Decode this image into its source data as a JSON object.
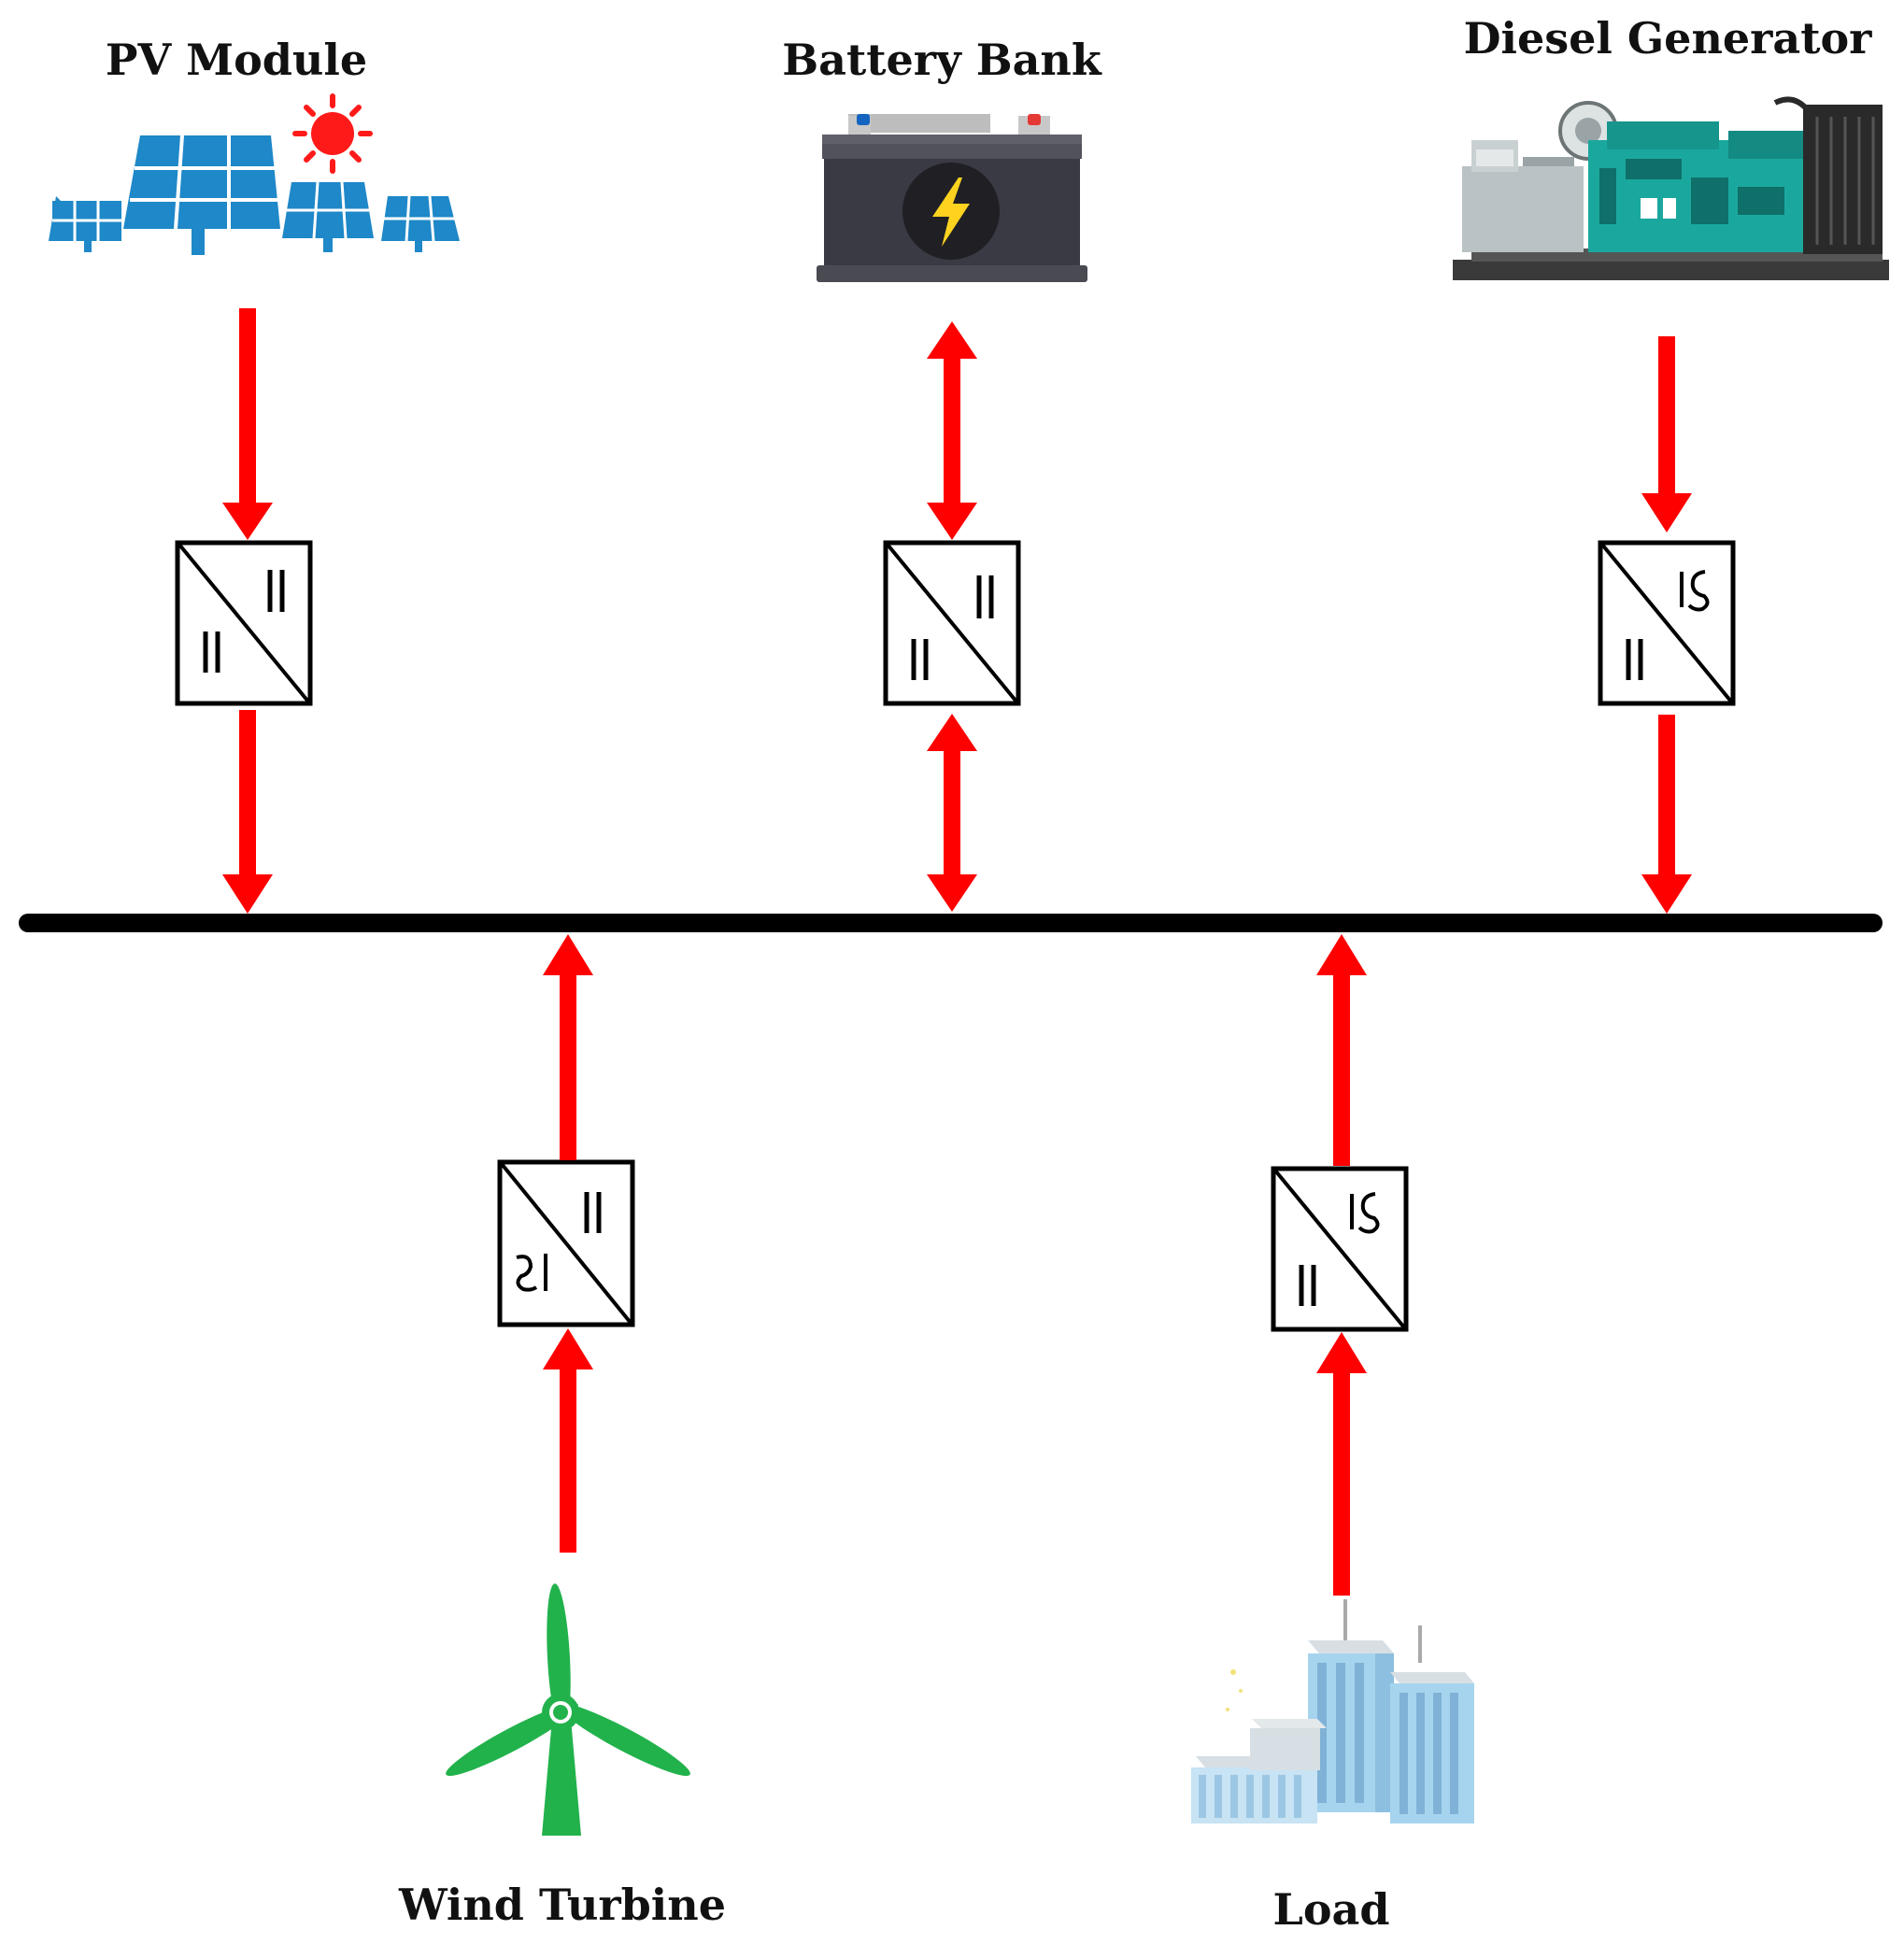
{
  "components": {
    "pv": {
      "label": "PV Module",
      "icon": "solar-panels-icon"
    },
    "battery": {
      "label": "Battery Bank",
      "icon": "battery-icon"
    },
    "diesel": {
      "label": "Diesel Generator",
      "icon": "diesel-generator-icon"
    },
    "wind": {
      "label": "Wind Turbine",
      "icon": "wind-turbine-icon"
    },
    "load": {
      "label": "Load",
      "icon": "buildings-icon"
    }
  },
  "colors": {
    "arrow": "#ff0000",
    "bus": "#000000",
    "solar_blue": "#1e88c8",
    "turbine_green": "#22b24c",
    "generator_teal": "#1aa89e",
    "battery_body": "#3a3a44",
    "building_blue": "#a6d4ee"
  }
}
